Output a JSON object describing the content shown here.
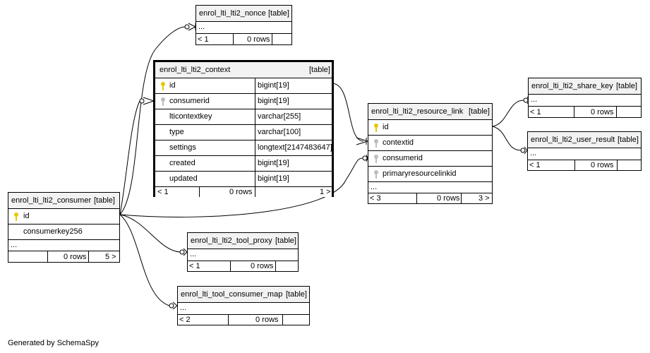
{
  "footer": "Generated by SchemaSpy",
  "colors": {
    "primary_key": "#e8c800",
    "foreign_key": "#bdbdbd",
    "header_bg": "#f2f2f2"
  },
  "tables": {
    "nonce": {
      "name": "enrol_lti_lti2_nonce",
      "type": "[table]",
      "ellipsis": "...",
      "parents": "< 1",
      "rows": "0 rows"
    },
    "context": {
      "name": "enrol_lti_lti2_context",
      "type": "[table]",
      "columns": [
        {
          "name": "id",
          "type": "bigint[19]"
        },
        {
          "name": "consumerid",
          "type": "bigint[19]"
        },
        {
          "name": "lticontextkey",
          "type": "varchar[255]"
        },
        {
          "name": "type",
          "type": "varchar[100]"
        },
        {
          "name": "settings",
          "type": "longtext[2147483647]"
        },
        {
          "name": "created",
          "type": "bigint[19]"
        },
        {
          "name": "updated",
          "type": "bigint[19]"
        }
      ],
      "parents": "< 1",
      "rows": "0 rows",
      "children": "1 >"
    },
    "resource_link": {
      "name": "enrol_lti_lti2_resource_link",
      "type": "[table]",
      "columns": [
        "id",
        "contextid",
        "consumerid",
        "primaryresourcelinkid"
      ],
      "ellipsis": "...",
      "parents": "< 3",
      "rows": "0 rows",
      "children": "3 >"
    },
    "share_key": {
      "name": "enrol_lti_lti2_share_key",
      "type": "[table]",
      "ellipsis": "...",
      "parents": "< 1",
      "rows": "0 rows"
    },
    "user_result": {
      "name": "enrol_lti_lti2_user_result",
      "type": "[table]",
      "ellipsis": "...",
      "parents": "< 1",
      "rows": "0 rows"
    },
    "consumer": {
      "name": "enrol_lti_lti2_consumer",
      "type": "[table]",
      "columns": [
        "id",
        "consumerkey256"
      ],
      "ellipsis": "...",
      "rows": "0 rows",
      "children": "5 >"
    },
    "tool_proxy": {
      "name": "enrol_lti_lti2_tool_proxy",
      "type": "[table]",
      "ellipsis": "...",
      "parents": "< 1",
      "rows": "0 rows"
    },
    "tool_consumer_map": {
      "name": "enrol_lti_tool_consumer_map",
      "type": "[table]",
      "ellipsis": "...",
      "parents": "< 2",
      "rows": "0 rows"
    }
  }
}
